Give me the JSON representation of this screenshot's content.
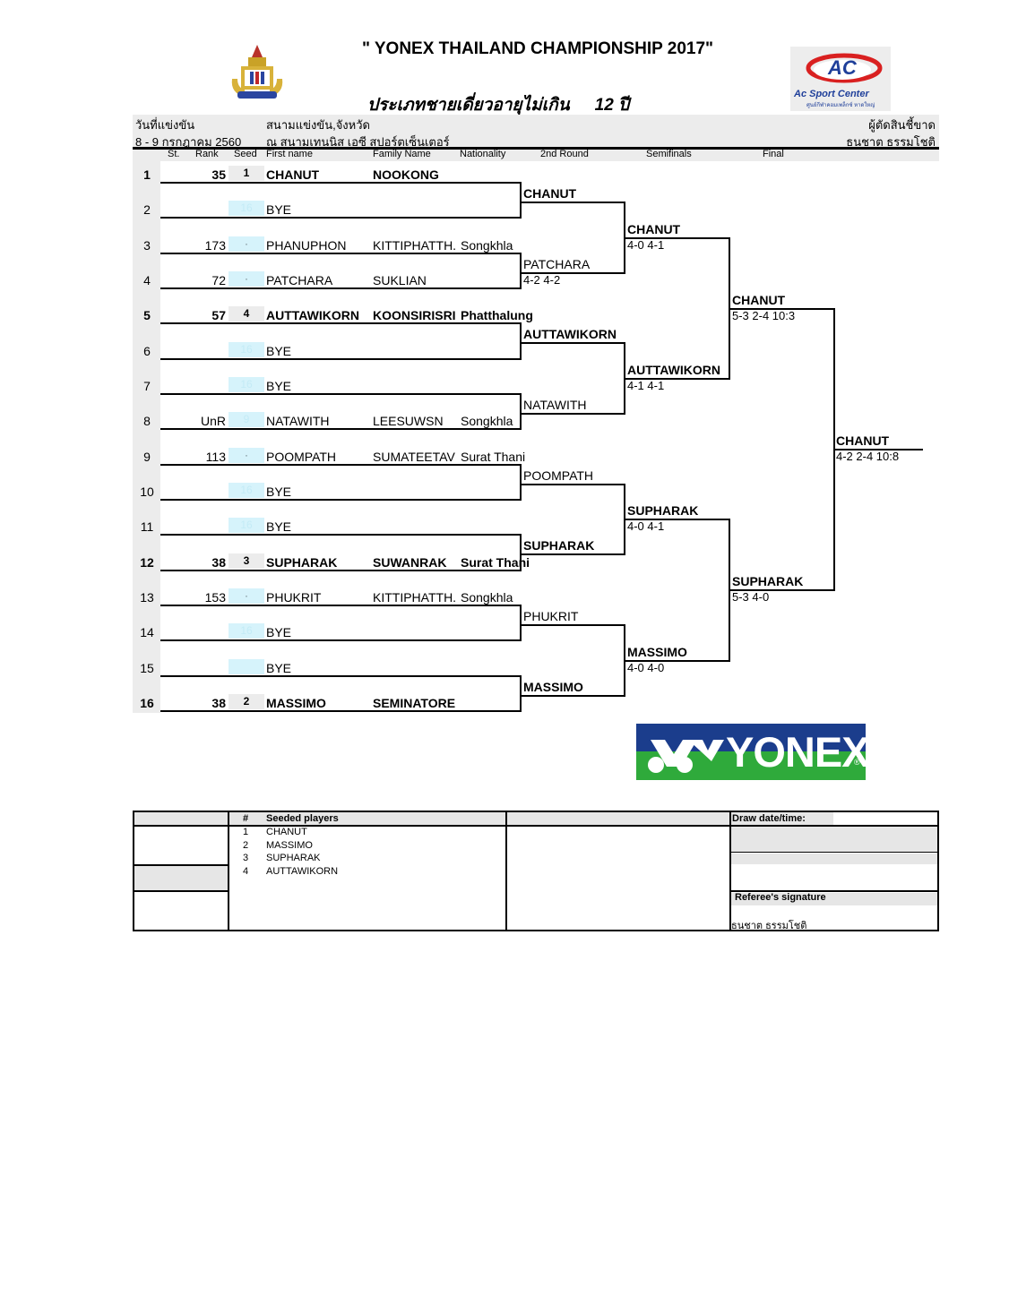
{
  "title": "\" YONEX THAILAND CHAMPIONSHIP 2017\"",
  "event": "ประเภทชายเดี่ยวอายุไม่เกิน",
  "age": "12 ปี",
  "info": {
    "date_label": "วันที่แข่งขัน",
    "date_value": "8 - 9 กรกฎาคม  2560",
    "venue_label": "สนามแข่งขัน,จังหวัด",
    "venue_value": "ณ สนามเทนนิส เอซี สปอร์ตเซ็นเตอร์",
    "referee_label": "ผู้ตัดสินชี้ขาด",
    "referee_value": "ธนชาต ธรรมโชติ"
  },
  "headers": {
    "st": "St.",
    "rank": "Rank",
    "seed": "Seed",
    "first_name": "First name",
    "family_name": "Family Name",
    "nationality": "Nationality",
    "round2": "2nd Round",
    "semifinals": "Semifinals",
    "final": "Final"
  },
  "rows": [
    {
      "no": "1",
      "rank": "35",
      "seed": "1",
      "first": "CHANUT",
      "family": "NOOKONG",
      "nat": "",
      "seeded": true
    },
    {
      "no": "2",
      "rank": "",
      "seed": "16",
      "first": "BYE",
      "family": "",
      "nat": "",
      "seeded": false
    },
    {
      "no": "3",
      "rank": "173",
      "seed": "·",
      "first": "PHANUPHON",
      "family": "KITTIPHATTH.",
      "nat": "Songkhla",
      "seeded": false
    },
    {
      "no": "4",
      "rank": "72",
      "seed": "·",
      "first": "PATCHARA",
      "family": "SUKLIAN",
      "nat": "",
      "seeded": false
    },
    {
      "no": "5",
      "rank": "57",
      "seed": "4",
      "first": "AUTTAWIKORN",
      "family": "KOONSIRISRI",
      "nat": "Phatthalung",
      "seeded": true
    },
    {
      "no": "6",
      "rank": "",
      "seed": "16",
      "first": "BYE",
      "family": "",
      "nat": "",
      "seeded": false
    },
    {
      "no": "7",
      "rank": "",
      "seed": "16",
      "first": "BYE",
      "family": "",
      "nat": "",
      "seeded": false
    },
    {
      "no": "8",
      "rank": "UnR",
      "seed": "9",
      "first": "NATAWITH",
      "family": "LEESUWSN",
      "nat": "Songkhla",
      "seeded": false
    },
    {
      "no": "9",
      "rank": "113",
      "seed": "·",
      "first": "POOMPATH",
      "family": "SUMATEETAV",
      "nat": "Surat Thani",
      "seeded": false
    },
    {
      "no": "10",
      "rank": "",
      "seed": "16",
      "first": "BYE",
      "family": "",
      "nat": "",
      "seeded": false
    },
    {
      "no": "11",
      "rank": "",
      "seed": "16",
      "first": "BYE",
      "family": "",
      "nat": "",
      "seeded": false
    },
    {
      "no": "12",
      "rank": "38",
      "seed": "3",
      "first": "SUPHARAK",
      "family": "SUWANRAK",
      "nat": "Surat Thani",
      "seeded": true
    },
    {
      "no": "13",
      "rank": "153",
      "seed": "·",
      "first": "PHUKRIT",
      "family": "KITTIPHATTH.",
      "nat": "Songkhla",
      "seeded": false
    },
    {
      "no": "14",
      "rank": "",
      "seed": "16",
      "first": "BYE",
      "family": "",
      "nat": "",
      "seeded": false
    },
    {
      "no": "15",
      "rank": "",
      "seed": "",
      "first": "BYE",
      "family": "",
      "nat": "",
      "seeded": false
    },
    {
      "no": "16",
      "rank": "38",
      "seed": "2",
      "first": "MASSIMO",
      "family": "SEMINATORE",
      "nat": "",
      "seeded": true
    }
  ],
  "round2": [
    {
      "name": "CHANUT",
      "score": "",
      "bold": true
    },
    {
      "name": "PATCHARA",
      "score": "4-2 4-2",
      "bold": false
    },
    {
      "name": "AUTTAWIKORN",
      "score": "",
      "bold": true
    },
    {
      "name": "NATAWITH",
      "score": "",
      "bold": false
    },
    {
      "name": "POOMPATH",
      "score": "",
      "bold": false
    },
    {
      "name": "SUPHARAK",
      "score": "",
      "bold": true
    },
    {
      "name": "PHUKRIT",
      "score": "",
      "bold": false
    },
    {
      "name": "MASSIMO",
      "score": "",
      "bold": true
    }
  ],
  "quarterfinals": [
    {
      "name": "CHANUT",
      "score": "4-0 4-1",
      "bold": true
    },
    {
      "name": "AUTTAWIKORN",
      "score": "4-1 4-1",
      "bold": true
    },
    {
      "name": "SUPHARAK",
      "score": "4-0 4-1",
      "bold": true
    },
    {
      "name": "MASSIMO",
      "score": "4-0 4-0",
      "bold": true
    }
  ],
  "semifinals": [
    {
      "name": "CHANUT",
      "score": "5-3 2-4 10:3",
      "bold": true
    },
    {
      "name": "SUPHARAK",
      "score": "5-3 4-0",
      "bold": true
    }
  ],
  "final": {
    "name": "CHANUT",
    "score": "4-2 2-4 10:8",
    "bold": true
  },
  "seed_table": {
    "hash_label": "#",
    "seeded_label": "Seeded players",
    "seeds": [
      {
        "n": "1",
        "name": "CHANUT"
      },
      {
        "n": "2",
        "name": "MASSIMO"
      },
      {
        "n": "3",
        "name": "SUPHARAK"
      },
      {
        "n": "4",
        "name": "AUTTAWIKORN"
      }
    ],
    "draw_label": "Draw date/time:",
    "referee_sig_label": "Referee's signature",
    "referee_sig_name": "ธนชาต ธรรมโชติ"
  },
  "logos": {
    "ac_text": "AC",
    "ac_caption": "Ac Sport Center",
    "ac_small": "ศูนย์กีฬาคอมเพล็กซ์ หาดใหญ่",
    "yonex_word": "YONEX",
    "yonex_reg": "®"
  },
  "colors": {
    "ac_blue": "#1f3f9a",
    "ac_red": "#d92020",
    "yonex_blue": "#1b3d8c",
    "yonex_green": "#2faa3b",
    "seed_cyan": "#d6f3fb",
    "band_grey": "#ececec"
  }
}
